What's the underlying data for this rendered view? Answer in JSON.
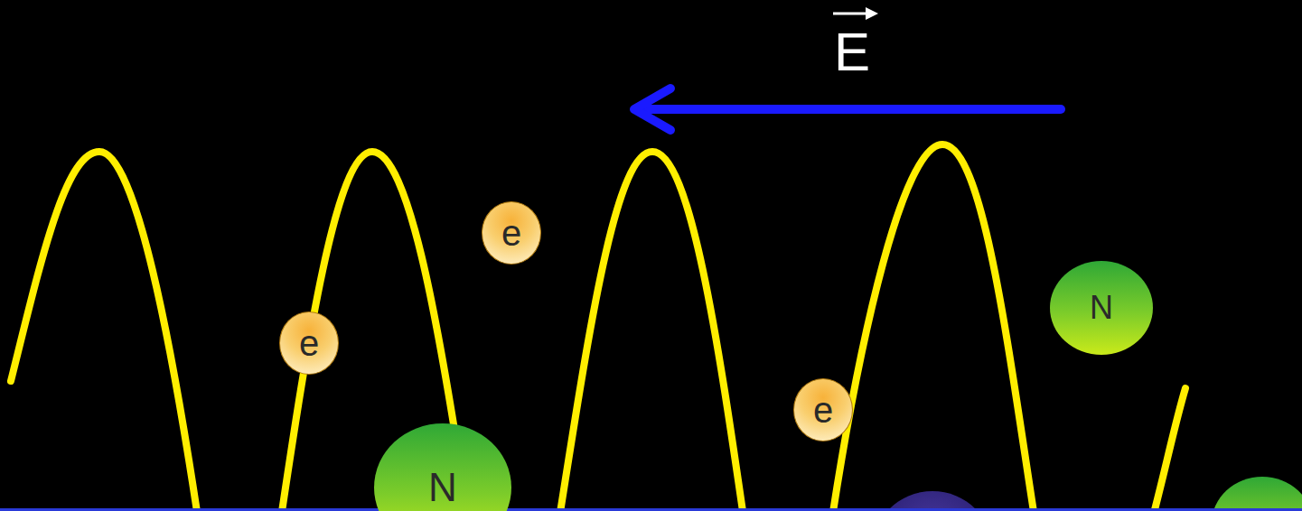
{
  "diagram": {
    "nodes": [
      {
        "text": [
          "e"
        ]
      },
      {
        "text": [
          "N"
        ]
      },
      {
        "text": [
          "e"
        ]
      },
      {
        "text": [
          "e"
        ]
      },
      {
        "text": [
          "N"
        ]
      }
    ],
    "labels": [
      "E"
    ]
  }
}
